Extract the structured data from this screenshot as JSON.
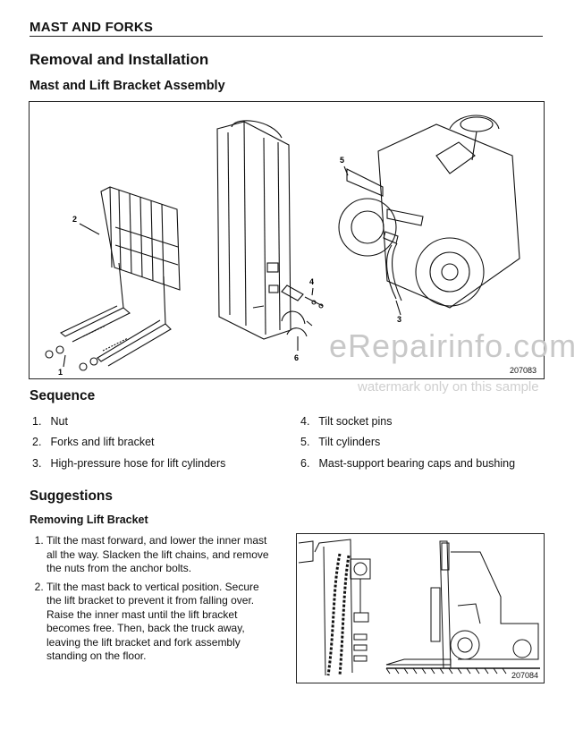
{
  "header": {
    "section": "MAST AND FORKS"
  },
  "title": "Removal and Installation",
  "subtitle": "Mast and Lift Bracket Assembly",
  "figure1": {
    "number": "207083",
    "callouts": [
      "1",
      "2",
      "3",
      "4",
      "5",
      "6"
    ]
  },
  "sequence": {
    "heading": "Sequence",
    "items": [
      {
        "num": "1.",
        "text": "Nut"
      },
      {
        "num": "2.",
        "text": "Forks and lift bracket"
      },
      {
        "num": "3.",
        "text": "High-pressure hose for lift cylinders"
      },
      {
        "num": "4.",
        "text": "Tilt socket pins"
      },
      {
        "num": "5.",
        "text": "Tilt cylinders"
      },
      {
        "num": "6.",
        "text": "Mast-support bearing caps and bushing"
      }
    ]
  },
  "suggestions": {
    "heading": "Suggestions",
    "subheading": "Removing Lift Bracket",
    "steps": [
      "Tilt the mast forward, and lower the inner mast all the way. Slacken the lift chains, and remove the nuts from the anchor bolts.",
      "Tilt the mast back to vertical position. Secure the lift bracket to prevent it from falling over. Raise the inner mast until the lift bracket becomes free. Then, back the truck away, leaving the lift bracket and fork assembly standing on the floor."
    ]
  },
  "figure2": {
    "number": "207084"
  },
  "watermark": {
    "brand": "eRepairinfo.com",
    "note": "watermark only on this sample"
  }
}
